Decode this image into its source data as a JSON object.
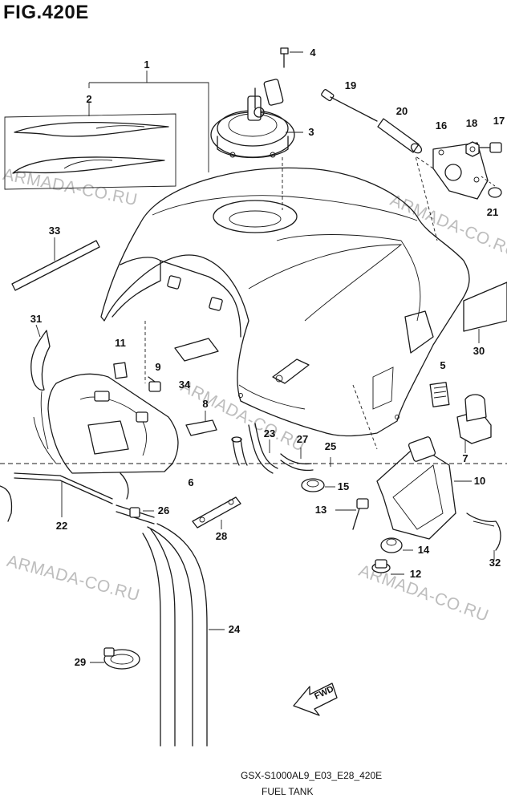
{
  "figure": {
    "title": "FIG.420E",
    "model_code": "GSX-S1000AL9_E03_E28_420E",
    "name": "FUEL TANK"
  },
  "watermark": "ARMADA-CO.RU",
  "fwd_label": "FWD",
  "callouts": [
    "1",
    "2",
    "3",
    "4",
    "5",
    "6",
    "7",
    "8",
    "9",
    "10",
    "11",
    "12",
    "13",
    "14",
    "15",
    "16",
    "17",
    "18",
    "19",
    "20",
    "21",
    "22",
    "23",
    "24",
    "25",
    "26",
    "27",
    "28",
    "29",
    "30",
    "31",
    "32",
    "33",
    "34"
  ],
  "colors": {
    "line": "#1a1a1a",
    "watermark": "#bdbdbd",
    "background": "#ffffff"
  }
}
